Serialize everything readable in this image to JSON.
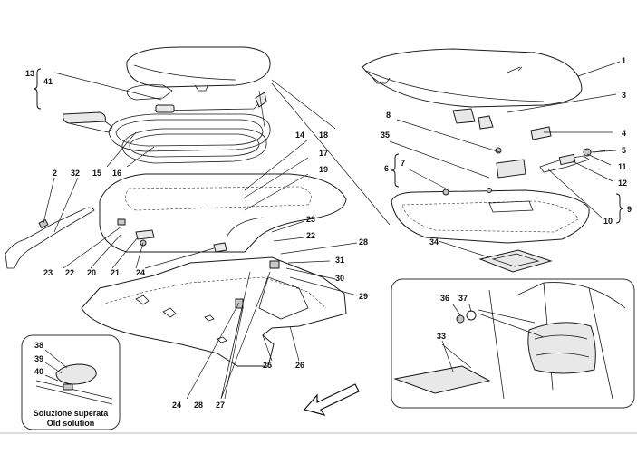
{
  "labels": {
    "l1": "1",
    "l2": "2",
    "l3": "3",
    "l4": "4",
    "l5": "5",
    "l6": "6",
    "l7": "7",
    "l8": "8",
    "l9": "9",
    "l10": "10",
    "l11": "11",
    "l12": "12",
    "l13": "13",
    "l14": "14",
    "l15": "15",
    "l16": "16",
    "l17": "17",
    "l18": "18",
    "l19": "19",
    "l20": "20",
    "l21": "21",
    "l22a": "22",
    "l22b": "22",
    "l23a": "23",
    "l23b": "23",
    "l24a": "24",
    "l24b": "24",
    "l25": "25",
    "l26": "26",
    "l27": "27",
    "l28a": "28",
    "l28b": "28",
    "l29": "29",
    "l30": "30",
    "l31": "31",
    "l32": "32",
    "l33": "33",
    "l34": "34",
    "l35": "35",
    "l36": "36",
    "l37": "37",
    "l38": "38",
    "l39": "39",
    "l40": "40",
    "l41": "41"
  },
  "inset": {
    "caption_it": "Soluzione superata",
    "caption_en": "Old solution"
  }
}
